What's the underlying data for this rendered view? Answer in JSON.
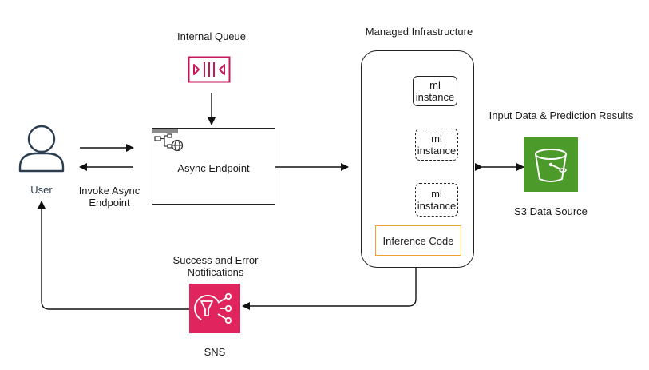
{
  "labels": {
    "internal_queue": "Internal Queue",
    "managed_infrastructure": "Managed Infrastructure",
    "input_data": "Input Data & Prediction Results",
    "user": "User",
    "invoke_line1": "Invoke Async",
    "invoke_line2": "Endpoint",
    "async_endpoint": "Async Endpoint",
    "ml_instance_1": "ml instance",
    "ml_instance_2": "ml instance",
    "ml_instance_3": "ml instance",
    "inference_code": "Inference Code",
    "s3": "S3 Data Source",
    "notifications_line1": "Success and Error",
    "notifications_line2": "Notifications",
    "sns": "SNS"
  },
  "icons": {
    "queue": "sqs-queue-icon",
    "user": "user-icon",
    "endpoint": "endpoint-icon",
    "s3": "s3-bucket-icon",
    "sns": "sns-icon"
  },
  "colors": {
    "queue": "#c7175b",
    "s3": "#4c9a2a",
    "sns": "#e0245e",
    "inference_border": "#f0a030",
    "user": "#2d3e50"
  }
}
